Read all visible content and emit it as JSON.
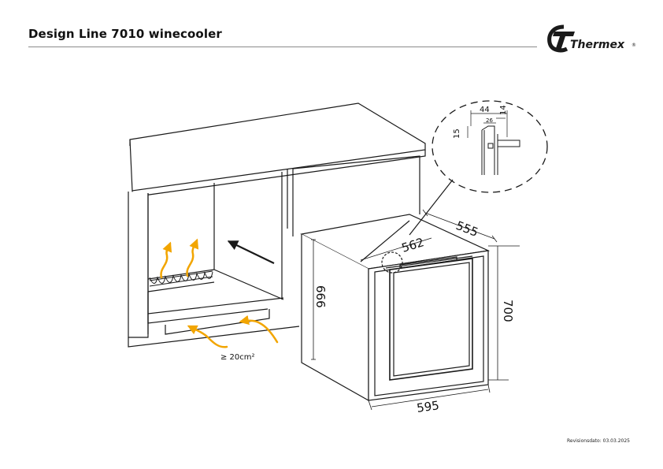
{
  "header": {
    "title": "Design Line 7010 winecooler",
    "brand": "Thermex",
    "brand_mark": "®"
  },
  "diagram": {
    "dimensions": {
      "width_depth_top": "555",
      "inner_width": "562",
      "height_side": "666",
      "total_height": "700",
      "total_width": "595"
    },
    "detail": {
      "d44": "44",
      "d26": "26",
      "d14": "14",
      "d15": "15"
    },
    "ventilation_label": "≥ 20cm²",
    "colors": {
      "airflow_arrow": "#f2a500",
      "line": "#1a1a1a"
    }
  },
  "footer": {
    "revision": "Revisionsdato: 03.03.2025"
  }
}
